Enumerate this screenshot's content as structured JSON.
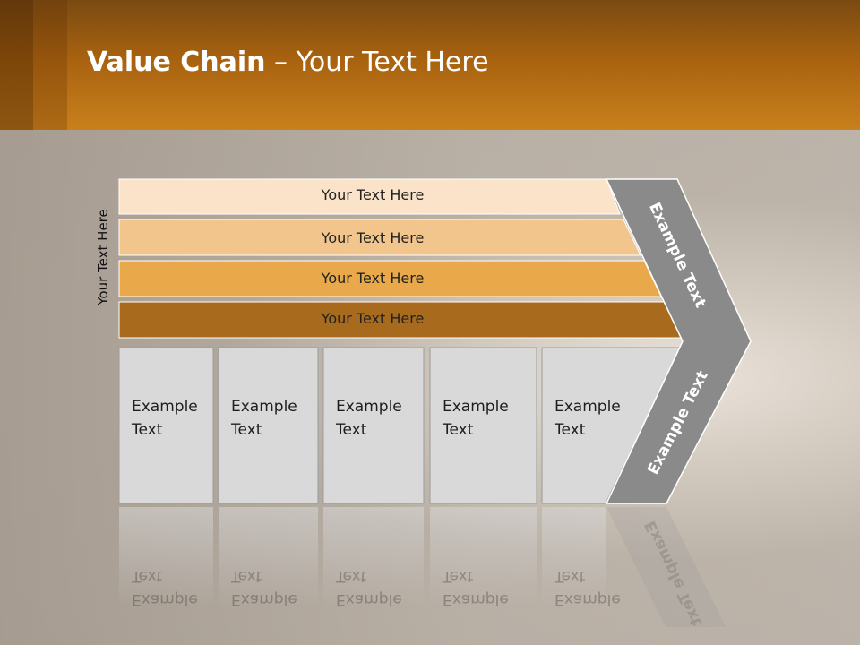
{
  "slide": {
    "title_bold": "Value Chain",
    "title_rest": " – Your Text Here",
    "side_label": "Your Text Here"
  },
  "bands": [
    {
      "label": "Your Text Here",
      "color": "#fae3c8"
    },
    {
      "label": "Your Text Here",
      "color": "#f1c58c"
    },
    {
      "label": "Your Text Here",
      "color": "#e9a849"
    },
    {
      "label": "Your Text Here",
      "color": "#a86a1c"
    }
  ],
  "boxes": [
    {
      "line1": "Example",
      "line2": "Text"
    },
    {
      "line1": "Example",
      "line2": "Text"
    },
    {
      "line1": "Example",
      "line2": "Text"
    },
    {
      "line1": "Example",
      "line2": "Text"
    },
    {
      "line1": "Example",
      "line2": "Text"
    }
  ],
  "chevron": {
    "upper_text": "Example Text",
    "lower_text": "Example Text",
    "color": "#8a8a8a"
  },
  "colors": {
    "header": "#b56b14",
    "box_fill": "#d9d9d9"
  }
}
